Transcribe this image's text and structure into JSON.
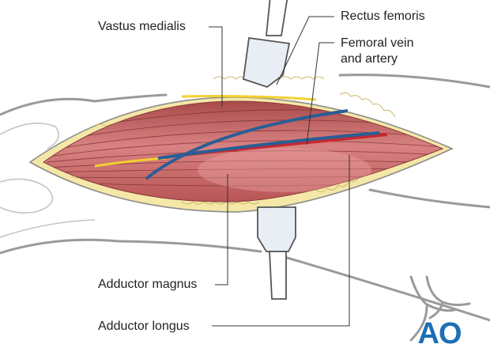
{
  "labels": {
    "rectus_femoris": "Rectus femoris",
    "vastus_medialis": "Vastus medialis",
    "femoral_vein_artery_line1": "Femoral vein",
    "femoral_vein_artery_line2": "and artery",
    "adductor_magnus": "Adductor magnus",
    "adductor_longus": "Adductor longus"
  },
  "logo": {
    "text": "AO"
  },
  "colors": {
    "muscle": "#c56262",
    "fat": "#f4e7a8",
    "vein": "#2a5e95",
    "artery": "#c6282f",
    "nerve": "#f2d12f",
    "logo": "#1b6fb5",
    "outline": "#9a9a9a"
  }
}
